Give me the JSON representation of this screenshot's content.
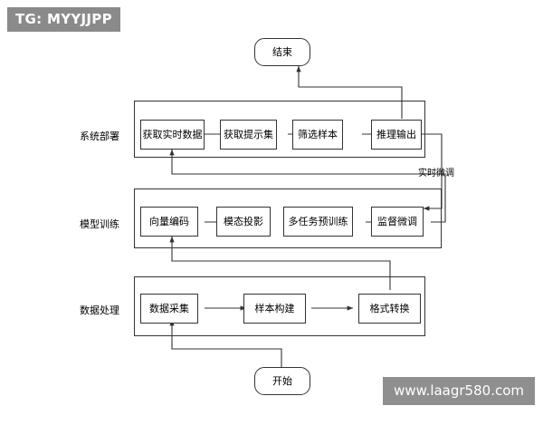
{
  "overlays": {
    "tg_badge": "TG: MYYJJPP",
    "watermark": "www.laagr580.com"
  },
  "diagram": {
    "terminals": {
      "end": "结束",
      "start": "开始"
    },
    "lanes": [
      {
        "label": "系统部署",
        "nodes": [
          "获取实时数据",
          "获取提示集",
          "筛选样本",
          "推理输出"
        ]
      },
      {
        "label": "模型训练",
        "nodes": [
          "向量编码",
          "模态投影",
          "多任务预训练",
          "监督微调"
        ]
      },
      {
        "label": "数据处理",
        "nodes": [
          "数据采集",
          "样本构建",
          "格式转换"
        ]
      }
    ],
    "edge_labels": [
      "实时微调"
    ]
  },
  "colors": {
    "stroke": "#333333",
    "badge_bg": "#8a8a8a",
    "watermark_bg": "#8f8f8f",
    "background": "#ffffff"
  }
}
